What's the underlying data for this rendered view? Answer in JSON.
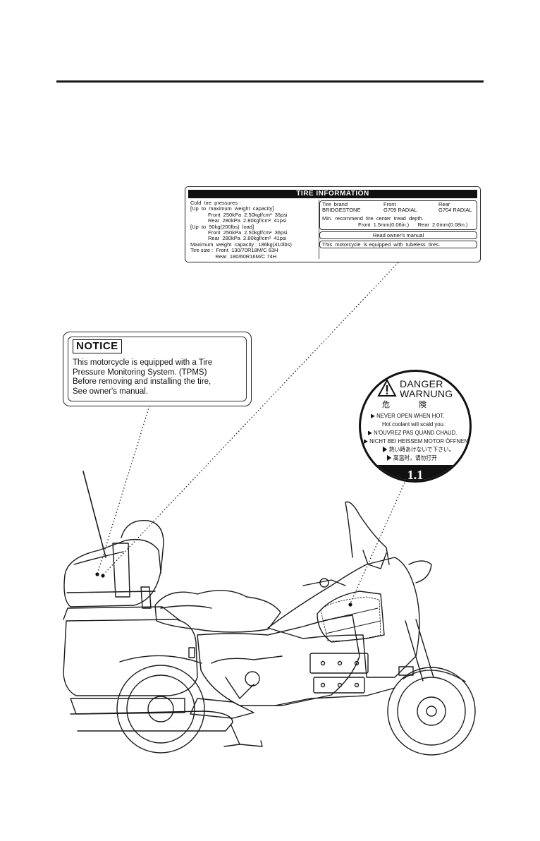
{
  "tire_label": {
    "title": "TIRE INFORMATION",
    "left_lines": [
      "Cold  tire  pressures :",
      "[Up  to  maximum  weight  capacity]",
      "            Front  250kPa  2.50kgf/cm²  36psi",
      "            Rear  280kPa  2.80kgf/cm²  41psi",
      "[Up  to  90kg(200lbs)  load]",
      "            Front  250kPa  2.50kgf/cm²  36psi",
      "            Rear  280kPa  2.80kgf/cm²  41psi",
      "Maximum  weight  capacity : 186kg(410lbs)",
      "Tire size :  Front  130/70R18M/C 63H",
      "                 Rear  180/60R16M/C 74H"
    ],
    "brand_header": "Tire  brand",
    "front_header": "Front",
    "rear_header": "Rear",
    "brand": "BRIDGESTONE",
    "front_model": "G709 RADIAL",
    "rear_model": "G704 RADIAL",
    "tread_line1": "Min.  recommend  tire  center  tread  depth.",
    "tread_line2": "Front  1.5mm(0.06in.)      Rear  2.0mm(0.08in.)",
    "read_manual": "Read  owner's manual",
    "tubeless": "This  motorcycle  is equipped  with  tubeless  tires."
  },
  "notice_label": {
    "title": "NOTICE",
    "lines": [
      "This motorcycle is equipped with a Tire",
      "Pressure Monitoring System. (TPMS)",
      "Before removing and installing the tire,",
      "See owner's manual."
    ]
  },
  "danger_label": {
    "title1": "DANGER",
    "title2": "WARNUNG",
    "jp_title_left": "危",
    "jp_title_right": "険",
    "lines": [
      "▶  NEVER  OPEN  WHEN  HOT.",
      "Hot  coolant  will  scald  you.",
      "▶  N'OUVREZ  PAS  QUAND  CHAUD.",
      "▶  NICHT  BEI  HEISSEM  MOTOR  ÖFFNEN.",
      "▶  熱い時あけないで下さい。",
      "▶  高温时，请勿打开"
    ],
    "pressure_value": "1.1"
  }
}
